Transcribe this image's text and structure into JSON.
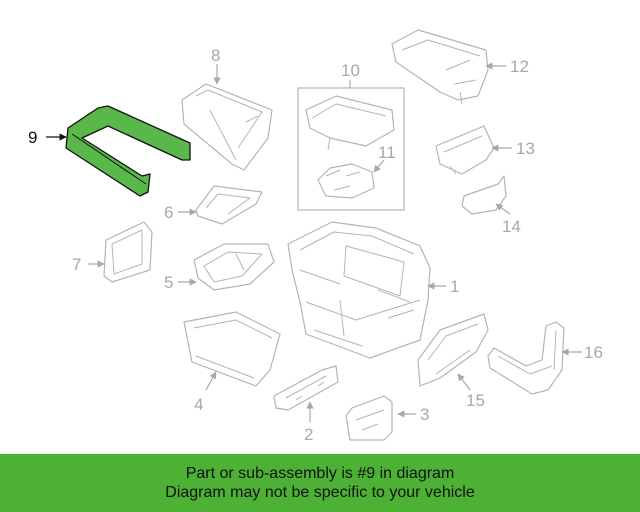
{
  "diagram": {
    "highlighted_part": "9",
    "colors": {
      "highlight": "#5ab74a",
      "banner": "#4cb135",
      "inactive": "#a8a8a8"
    },
    "callouts": [
      "1",
      "2",
      "3",
      "4",
      "5",
      "6",
      "7",
      "8",
      "9",
      "10",
      "11",
      "12",
      "13",
      "14",
      "15",
      "16"
    ]
  },
  "banner": {
    "line1": "Part or sub-assembly is #9 in diagram",
    "line2": "Diagram may not be specific to your vehicle"
  }
}
